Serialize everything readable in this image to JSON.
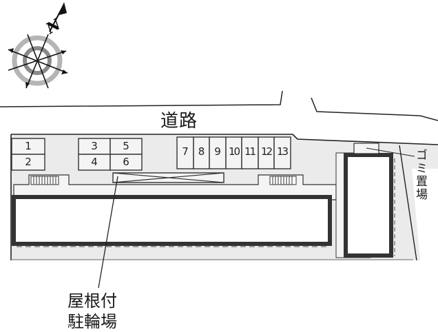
{
  "map": {
    "type": "parking-site-plan",
    "compass": {
      "icon": "north-arrow-compass-icon",
      "label": "N"
    },
    "road": {
      "label": "道路"
    },
    "parking_slots": [
      {
        "number": "1"
      },
      {
        "number": "2"
      },
      {
        "number": "3"
      },
      {
        "number": "4"
      },
      {
        "number": "5"
      },
      {
        "number": "6"
      },
      {
        "number": "7"
      },
      {
        "number": "8"
      },
      {
        "number": "9"
      },
      {
        "number": "10"
      },
      {
        "number": "11"
      },
      {
        "number": "12"
      },
      {
        "number": "13"
      }
    ],
    "garbage_area": {
      "label": "ゴミ置場"
    },
    "covered_bicycle_parking": {
      "line1": "屋根付",
      "line2": "駐輪場"
    },
    "colors": {
      "lot_fill": "#ebebeb",
      "building_outline": "#333333",
      "building_fill": "#ffffff",
      "line": "#222222"
    }
  }
}
